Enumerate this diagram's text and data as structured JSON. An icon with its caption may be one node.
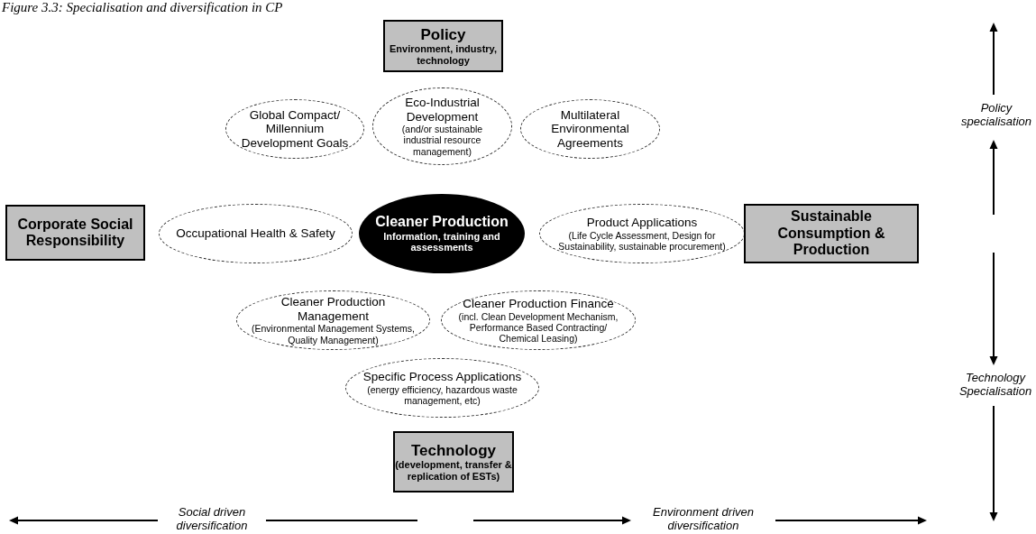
{
  "diagram": {
    "title": "Figure 3.3: Specialisation and diversification in CP",
    "nodes": [
      {
        "text": [
          "Policy",
          "Environment, industry, technology"
        ]
      },
      {
        "text": [
          "Global Compact/ Millennium Development Goals"
        ]
      },
      {
        "text": [
          "Eco-Industrial Development",
          "(and/or sustainable industrial resource management)"
        ]
      },
      {
        "text": [
          "Multilateral Environmental Agreements"
        ]
      },
      {
        "text": [
          "Corporate Social Responsibility"
        ]
      },
      {
        "text": [
          "Occupational Health & Safety"
        ]
      },
      {
        "text": [
          "Cleaner Production",
          "Information, training and assessments"
        ]
      },
      {
        "text": [
          "Product Applications",
          "(Life Cycle Assessment, Design for Sustainability, sustainable procurement)"
        ]
      },
      {
        "text": [
          "Sustainable Consumption & Production"
        ]
      },
      {
        "text": [
          "Cleaner Production Management",
          "(Environmental Management Systems, Quality Management)"
        ]
      },
      {
        "text": [
          "Cleaner Production Finance",
          "(incl. Clean Development Mechanism, Performance Based Contracting/ Chemical Leasing)"
        ]
      },
      {
        "text": [
          "Specific Process Applications",
          "(energy efficiency, hazardous waste management, etc)"
        ]
      },
      {
        "text": [
          "Technology",
          "(development, transfer & replication of ESTs)"
        ]
      }
    ],
    "labels": [
      "Policy specialisation",
      "Technology Specialisation",
      "Social driven diversification",
      "Environment driven diversification"
    ]
  }
}
